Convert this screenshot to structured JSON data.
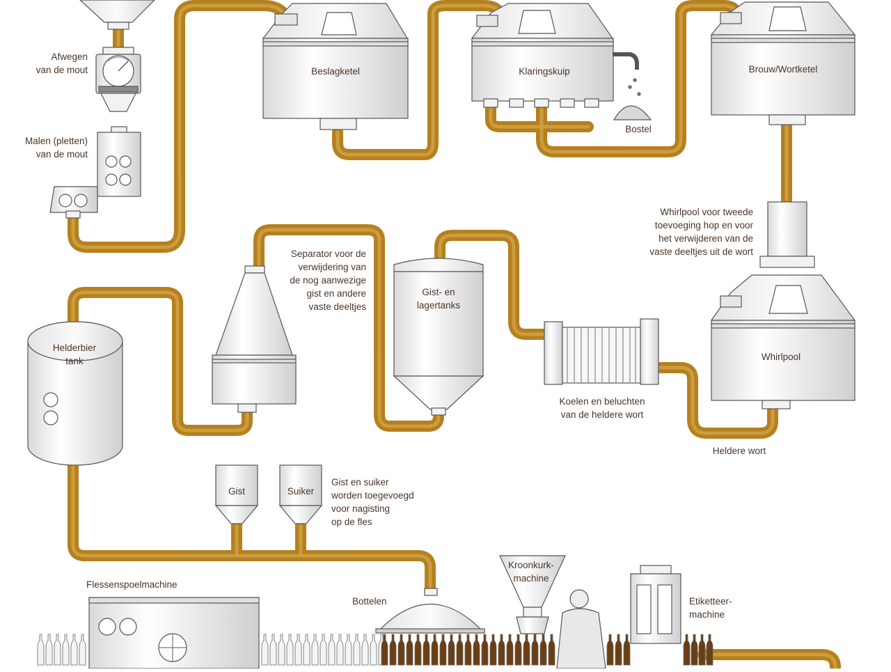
{
  "labels": {
    "afwegen": [
      "Afwegen",
      "van de mout"
    ],
    "malen": [
      "Malen (pletten)",
      "van de mout"
    ],
    "beslagketel": "Beslagketel",
    "klaringskuip": "Klaringskuip",
    "brouwketel": "Brouw/Wortketel",
    "bostel": "Bostel",
    "whirlpool_note": [
      "Whirlpool voor tweede",
      "toevoeging hop en voor",
      "het verwijderen van de",
      "vaste deeltjes uit de wort"
    ],
    "separator": [
      "Separator voor de",
      "verwijdering van",
      "de nog aanwezige",
      "gist en andere",
      "vaste deeltjes"
    ],
    "gist_lagertanks": [
      "Gist- en",
      "lagertanks"
    ],
    "helderbier": [
      "Helderbier",
      "tank"
    ],
    "whirlpool": "Whirlpool",
    "koelen": [
      "Koelen en beluchten",
      "van de heldere wort"
    ],
    "heldere_wort": "Heldere wort",
    "gist": "Gist",
    "suiker": "Suiker",
    "gist_suiker_note": [
      "Gist en suiker",
      "worden toegevoegd",
      "voor nagisting",
      "op de fles"
    ],
    "flessenspoel": "Flessenspoelmachine",
    "bottelen": "Bottelen",
    "kroonkurk": [
      "Kroonkurk-",
      "machine"
    ],
    "etiketteer": [
      "Etiketteer-",
      "machine"
    ]
  },
  "colors": {
    "pipe": "#b5801e",
    "pipe_light": "#e0b35a",
    "line": "#555555",
    "fill": "#f2f2f2",
    "text": "#4a3526",
    "bottle": "#6b3f14"
  }
}
